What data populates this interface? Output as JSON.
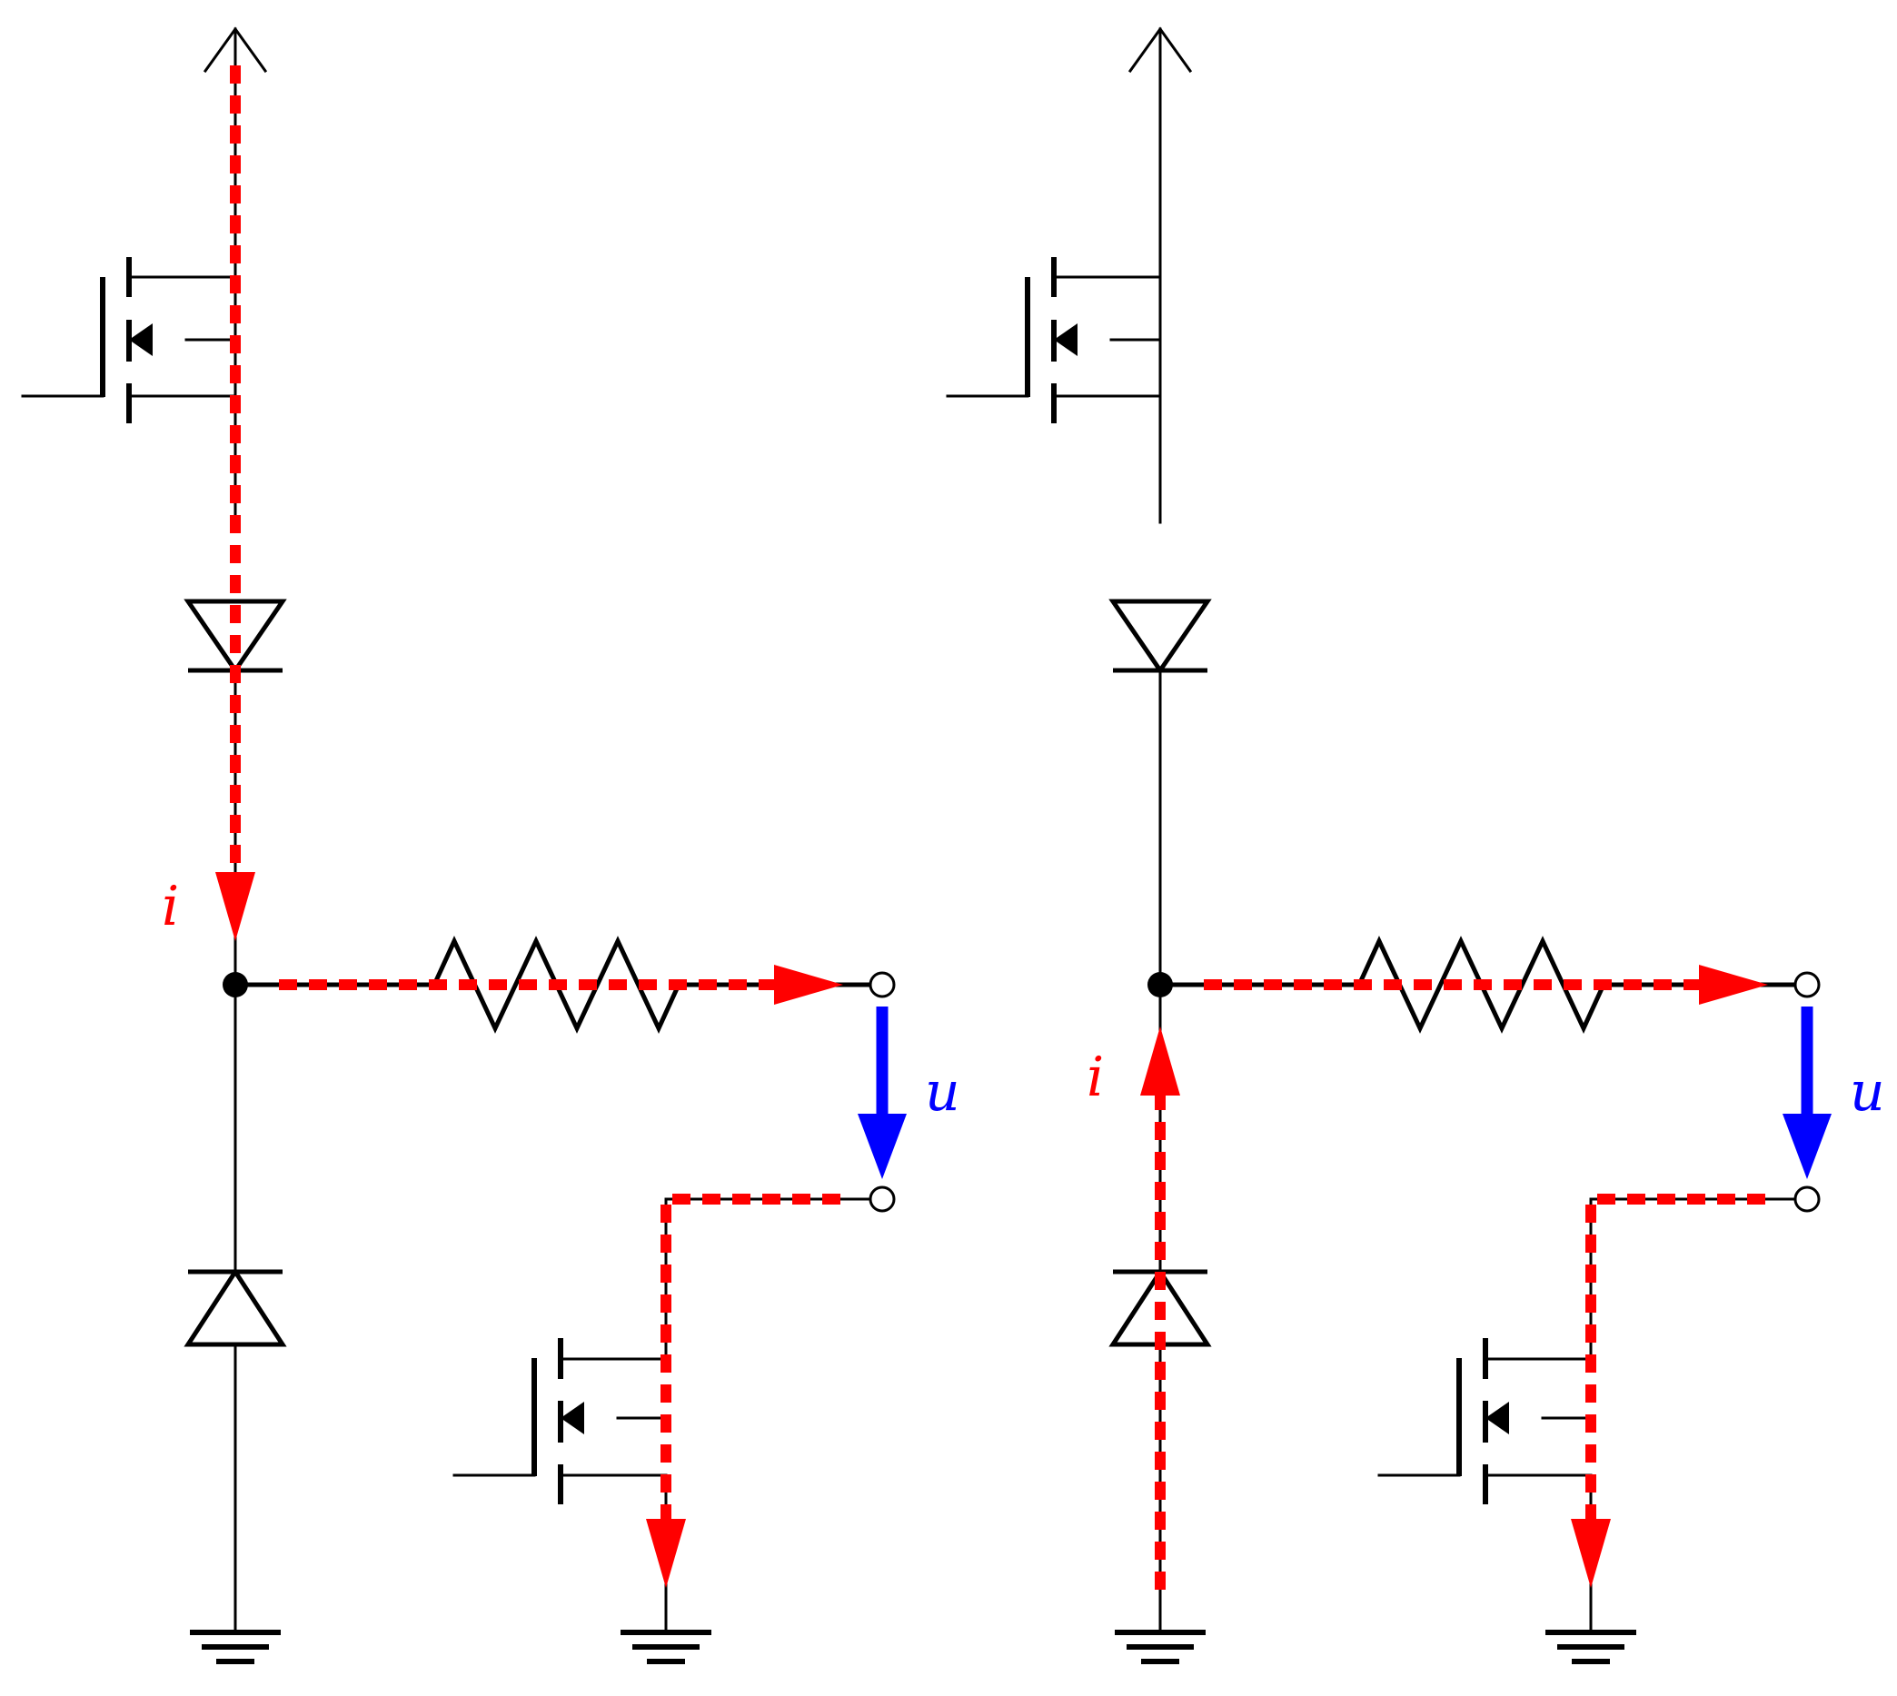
{
  "colors": {
    "wire": "#000000",
    "current_path": "#ff0000",
    "voltage_arrow": "#0000ff",
    "background": "#ffffff"
  },
  "circuits": [
    {
      "current_label": "i",
      "voltage_label": "u",
      "current_direction": "down-through-upper-switch"
    },
    {
      "current_label": "i",
      "voltage_label": "u",
      "current_direction": "up-through-lower-diode"
    }
  ]
}
